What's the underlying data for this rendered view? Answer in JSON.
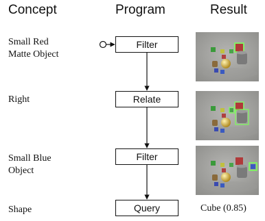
{
  "headers": {
    "concept": "Concept",
    "program": "Program",
    "result": "Result"
  },
  "steps": [
    {
      "concept_line1": "Small Red",
      "concept_line2": "Matte Object",
      "module": "Filter"
    },
    {
      "concept_line1": "Right",
      "concept_line2": "",
      "module": "Relate"
    },
    {
      "concept_line1": "Small Blue",
      "concept_line2": "Object",
      "module": "Filter"
    },
    {
      "concept_line1": "Shape",
      "concept_line2": "",
      "module": "Query"
    }
  ],
  "result_answer": "Cube (0.85)",
  "colors": {
    "highlight": "#7cff5a",
    "background_scene": "#a9a9a6"
  }
}
